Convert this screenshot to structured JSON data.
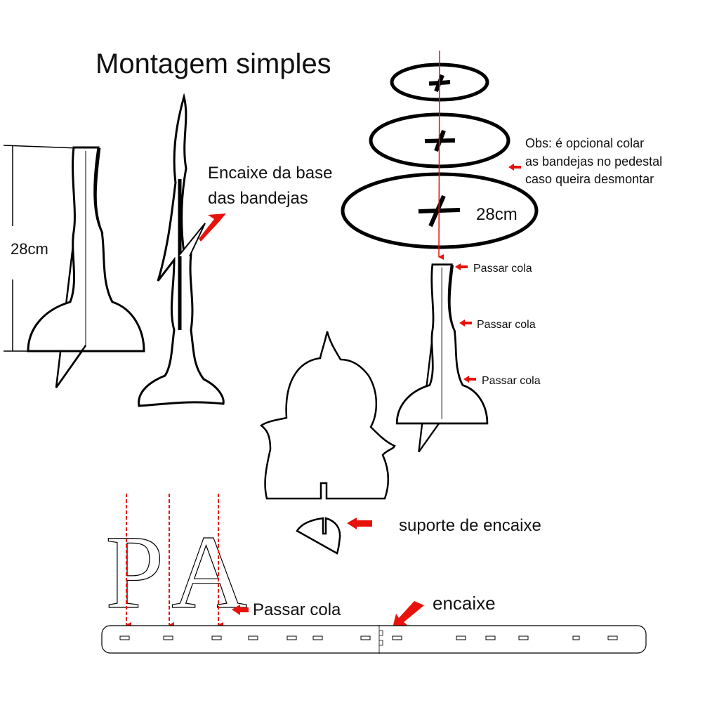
{
  "title": "Montagem simples",
  "left_pedestal": {
    "dimension_label": "28cm"
  },
  "base_fit_note": {
    "line1": "Encaixe da base",
    "line2": "das bandejas"
  },
  "trays": {
    "dimension_label": "28cm"
  },
  "obs_note": {
    "line1": "Obs: é opcional colar",
    "line2": "as bandejas no pedestal",
    "line3": "caso queira desmontar"
  },
  "pedestal_glue_labels": [
    "Passar cola",
    "Passar cola",
    "Passar cola"
  ],
  "support_label": "suporte de encaixe",
  "letters": {
    "p": "P",
    "a": "A",
    "glue_label": "Passar cola"
  },
  "fit_label": "encaixe",
  "colors": {
    "arrow": "#e8120c",
    "line": "#000000"
  }
}
